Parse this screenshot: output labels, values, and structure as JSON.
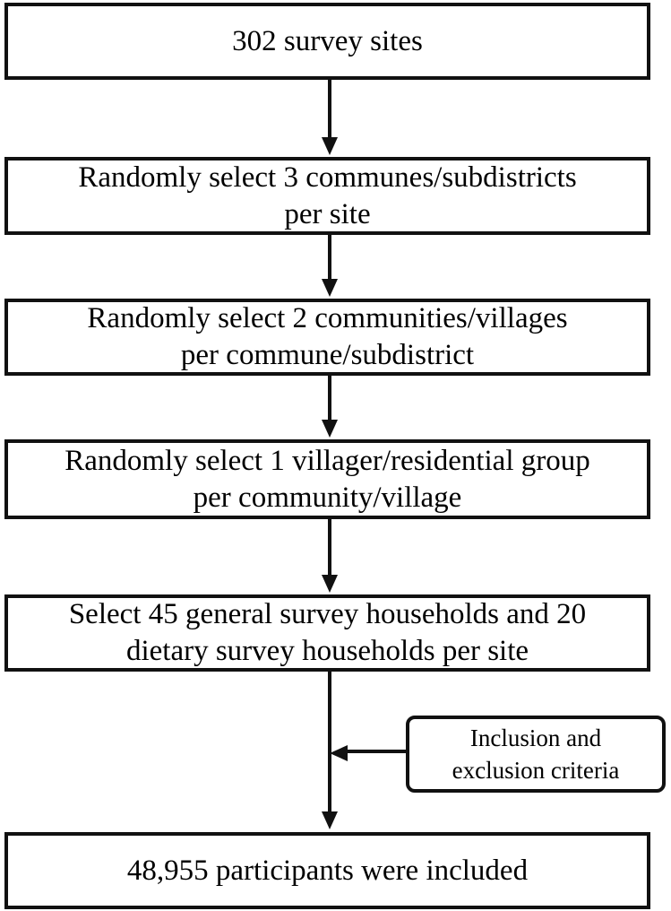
{
  "figure": {
    "type": "flowchart",
    "orientation": "top-to-bottom",
    "background_color": "#ffffff",
    "line_color": "#111111"
  },
  "nodes": {
    "box1": {
      "id": "survey-sites",
      "text": "302  survey sites",
      "shape": "rectangle",
      "lines": 1
    },
    "box2": {
      "id": "select-communes",
      "text": "Randomly select 3 communes/subdistricts\nper site",
      "shape": "rectangle",
      "lines": 2
    },
    "box3": {
      "id": "select-communities",
      "text": "Randomly select 2 communities/villages\nper commune/subdistrict",
      "shape": "rectangle",
      "lines": 2
    },
    "box4": {
      "id": "select-villager-groups",
      "text": "Randomly select 1 villager/residential group\nper community/village",
      "shape": "rectangle",
      "lines": 2
    },
    "box5": {
      "id": "select-households",
      "text": "Select 45 general survey households and 20\ndietary survey households per site",
      "shape": "rectangle",
      "lines": 2
    },
    "box6": {
      "id": "participants-included",
      "text": "48,955 participants were included",
      "shape": "rectangle",
      "lines": 1
    },
    "side_criteria": {
      "id": "inclusion-exclusion-criteria",
      "text": "Inclusion and\nexclusion criteria",
      "shape": "rounded-rectangle",
      "lines": 2
    }
  },
  "connectors": [
    {
      "id": "arrow-1",
      "from": "box1",
      "to": "box2",
      "direction": "down",
      "arrowhead": "solid-triangle"
    },
    {
      "id": "arrow-2",
      "from": "box2",
      "to": "box3",
      "direction": "down",
      "arrowhead": "solid-triangle"
    },
    {
      "id": "arrow-3",
      "from": "box3",
      "to": "box4",
      "direction": "down",
      "arrowhead": "solid-triangle"
    },
    {
      "id": "arrow-4",
      "from": "box4",
      "to": "box5",
      "direction": "down",
      "arrowhead": "solid-triangle"
    },
    {
      "id": "arrow-5",
      "from": "box5",
      "to": "box6",
      "direction": "down",
      "arrowhead": "solid-triangle"
    },
    {
      "id": "arrow-criteria",
      "from": "side_criteria",
      "to": "arrow-5",
      "direction": "left",
      "arrowhead": "solid-triangle"
    }
  ]
}
